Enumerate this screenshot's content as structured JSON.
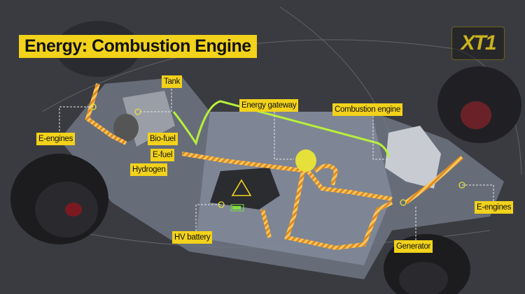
{
  "title": "Energy: Combustion Engine",
  "logo": "XT1",
  "labels": {
    "tank": "Tank",
    "energy_gateway": "Energy gateway",
    "combustion_engine": "Combustion engine",
    "e_engines_front": "E-engines",
    "bio_fuel": "Bio-fuel",
    "e_fuel": "E-fuel",
    "hydrogen": "Hydrogen",
    "hv_battery": "HV battery",
    "generator": "Generator",
    "e_engines_rear": "E-engines"
  },
  "colors": {
    "label_bg": "#f2d21a",
    "energy_line": "#b8f03a",
    "cable": "#f0a030",
    "background": "#3c3d42"
  }
}
